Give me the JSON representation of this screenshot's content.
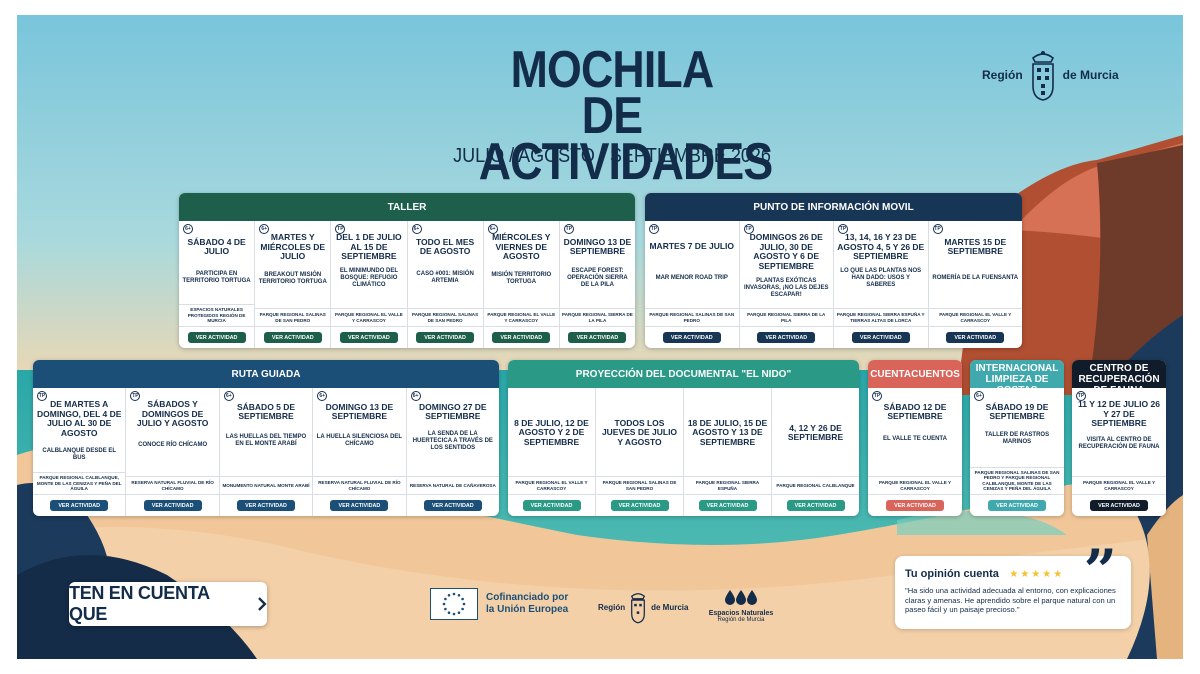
{
  "header": {
    "title_line1": "MOCHILA DE",
    "title_line2": "ACTIVIDADES",
    "subtitle": "JULIO / AGOSTO / SEPTIEMBRE 2026",
    "logo_left": "Región",
    "logo_right": "de Murcia"
  },
  "colors": {
    "navy": "#132c49",
    "taller": "#1d5f4b",
    "punto": "#173555",
    "ruta": "#1b4f77",
    "proyeccion": "#2a9a86",
    "cuenta": "#d8645a",
    "dia": "#3fa9ad",
    "visita": "#111c2b"
  },
  "button_label": "VER ACTIVIDAD",
  "panels": {
    "taller": {
      "title": "TALLER",
      "items": [
        {
          "age": "6+",
          "date": "SÁBADO 4 DE JULIO",
          "activity": "PARTICIPA EN TERRITORIO TORTUGA",
          "location": "ESPACIOS NATURALES PROTEGIDOS REGIÓN DE MURCIA"
        },
        {
          "age": "6+",
          "date": "MARTES Y MIÉRCOLES DE JULIO",
          "activity": "BREAKOUT MISIÓN TERRITORIO TORTUGA",
          "location": "PARQUE REGIONAL SALINAS DE SAN PEDRO"
        },
        {
          "age": "TP",
          "date": "DEL 1 DE JULIO AL 15 DE SEPTIEMBRE",
          "activity": "EL MINIMUNDO DEL BOSQUE: REFUGIO CLIMÁTICO",
          "location": "PARQUE REGIONAL EL VALLE Y CARRASCOY"
        },
        {
          "age": "6+",
          "date": "TODO EL MES DE AGOSTO",
          "activity": "CASO #001: MISIÓN ARTEMIA",
          "location": "PARQUE REGIONAL SALINAS DE SAN PEDRO"
        },
        {
          "age": "6+",
          "date": "MIÉRCOLES Y VIERNES DE AGOSTO",
          "activity": "MISIÓN TERRITORIO TORTUGA",
          "location": "PARQUE REGIONAL EL VALLE Y CARRASCOY"
        },
        {
          "age": "TP",
          "date": "DOMINGO 13 DE SEPTIEMBRE",
          "activity": "ESCAPE FOREST: OPERACIÓN SIERRA DE LA PILA",
          "location": "PARQUE REGIONAL SIERRA DE LA PILA"
        }
      ]
    },
    "punto": {
      "title": "PUNTO DE INFORMACIÓN MOVIL",
      "items": [
        {
          "age": "TP",
          "date": "MARTES 7 DE JULIO",
          "activity": "MAR MENOR ROAD TRIP",
          "location": "PARQUE REGIONAL SALINAS DE SAN PEDRO"
        },
        {
          "age": "TP",
          "date": "DOMINGOS 26 DE JULIO, 30 DE AGOSTO Y 6 DE SEPTIEMBRE",
          "activity": "PLANTAS EXÓTICAS INVASORAS, ¡NO LAS DEJES ESCAPAR!",
          "location": "PARQUE REGIONAL SIERRA DE LA PILA"
        },
        {
          "age": "TP",
          "date": "13, 14, 16 Y 23 DE AGOSTO 4, 5 Y 26 DE SEPTIEMBRE",
          "activity": "LO QUE LAS PLANTAS NOS HAN DADO: USOS Y SABERES",
          "location": "PARQUE REGIONAL SIERRA ESPUÑA Y TIERRAS ALTAS DE LORCA"
        },
        {
          "age": "TP",
          "date": "MARTES 15 DE SEPTIEMBRE",
          "activity": "ROMERÍA DE LA FUENSANTA",
          "location": "PARQUE REGIONAL EL VALLE Y CARRASCOY"
        }
      ]
    },
    "ruta": {
      "title": "RUTA GUIADA",
      "items": [
        {
          "age": "TP",
          "date": "DE MARTES A DOMINGO, DEL 4 DE JULIO AL 30 DE AGOSTO",
          "activity": "CALBLANQUE DESDE EL BUS",
          "location": "PARQUE REGIONAL CALBLANQUE, MONTE DE LAS CENIZAS Y PEÑA DEL ÁGUILA"
        },
        {
          "age": "TP",
          "date": "SÁBADOS Y DOMINGOS DE JULIO Y AGOSTO",
          "activity": "CONOCE RÍO CHÍCAMO",
          "location": "RESERVA NATURAL FLUVIAL DE RÍO CHÍCAMO"
        },
        {
          "age": "6+",
          "date": "SÁBADO 5 DE SEPTIEMBRE",
          "activity": "LAS HUELLAS DEL TIEMPO EN EL MONTE ARABÍ",
          "location": "MONUMENTO NATURAL MONTE ARABÍ"
        },
        {
          "age": "6+",
          "date": "DOMINGO 13 DE SEPTIEMBRE",
          "activity": "LA HUELLA SILENCIOSA DEL CHÍCAMO",
          "location": "RESERVA NATURAL FLUVIAL DE RÍO CHÍCAMO"
        },
        {
          "age": "6+",
          "date": "DOMINGO 27 DE SEPTIEMBRE",
          "activity": "LA SENDA DE LA HUERTECICA A TRAVÉS DE LOS SENTIDOS",
          "location": "RESERVA NATURAL DE CAÑAVEROSA"
        }
      ]
    },
    "proyeccion": {
      "title": "PROYECCIÓN DEL DOCUMENTAL \"EL NIDO\"",
      "items": [
        {
          "date": "8 DE JULIO, 12 DE AGOSTO Y 2 DE SEPTIEMBRE",
          "location": "PARQUE REGIONAL EL VALLE Y CARRASCOY"
        },
        {
          "date": "TODOS LOS JUEVES DE JULIO Y AGOSTO",
          "location": "PARQUE REGIONAL SALINAS DE SAN PEDRO"
        },
        {
          "date": "18 DE JULIO, 15 DE AGOSTO Y 13 DE SEPTIEMBRE",
          "location": "PARQUE REGIONAL SIERRA ESPUÑA"
        },
        {
          "date": "4, 12 Y 26 DE SEPTIEMBRE",
          "location": "PARQUE REGIONAL CALBLANQUE"
        }
      ]
    },
    "cuenta": {
      "title": "CUENTACUENTOS",
      "items": [
        {
          "age": "TP",
          "date": "SÁBADO 12 DE SEPTIEMBRE",
          "activity": "EL VALLE TE CUENTA",
          "location": "PARQUE REGIONAL EL VALLE Y CARRASCOY"
        }
      ]
    },
    "dia": {
      "title": "DÍA INTERNACIONAL LIMPIEZA DE COSTAS",
      "items": [
        {
          "age": "6+",
          "date": "SÁBADO 19 DE SEPTIEMBRE",
          "activity": "TALLER DE RASTROS MARINOS",
          "location": "PARQUE REGIONAL SALINAS DE SAN PEDRO Y PARQUE REGIONAL CALBLANQUE, MONTE DE LAS CENIZAS Y PEÑA DEL ÁGUILA"
        }
      ]
    },
    "visita": {
      "title": "VISITA AL CENTRO DE RECUPERACIÓN DE FAUNA",
      "items": [
        {
          "age": "TP",
          "date": "11 Y 12 DE JULIO 26 Y 27 DE SEPTIEMBRE",
          "activity": "VISITA AL CENTRO DE RECUPERACIÓN DE FAUNA",
          "location": "PARQUE REGIONAL EL VALLE Y CARRASCOY"
        }
      ]
    }
  },
  "footer": {
    "tip_button": "TEN EN CUENTA QUE",
    "eu_line1": "Cofinanciado por",
    "eu_line2": "la Unión Europea",
    "region_left": "Región",
    "region_right": "de Murcia",
    "espacios_line1": "Espacios Naturales",
    "espacios_line2": "Región de Murcia"
  },
  "review": {
    "title": "Tu opinión cuenta",
    "stars": "★★★★★",
    "text": "\"Ha sido una actividad adecuada al entorno, con explicaciones claras y amenas. He aprendido sobre el parque natural con un paseo fácil y un paisaje precioso.\""
  }
}
